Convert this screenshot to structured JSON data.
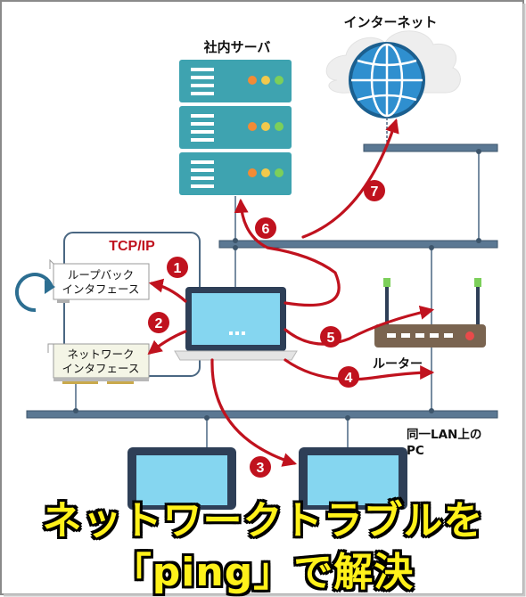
{
  "labels": {
    "internal_server": "社内サーバ",
    "internet": "インターネット",
    "tcpip": "TCP/IP",
    "loopback_line1": "ループバック",
    "loopback_line2": "インタフェース",
    "network_if_line1": "ネットワーク",
    "network_if_line2": "インタフェース",
    "router": "ルーター",
    "lan_pc_line1": "同一LAN上の",
    "lan_pc_line2": "PC"
  },
  "steps": [
    "1",
    "2",
    "3",
    "4",
    "5",
    "6",
    "7"
  ],
  "caption": {
    "line1": "ネットワークトラブルを",
    "line2": "「ping」で解決"
  },
  "colors": {
    "arrow": "#c0121e",
    "network_line": "#4a6782",
    "server": "#3ea3b0",
    "globe": "#2f8fcf",
    "laptop_screen": "#85d6f0",
    "router": "#7a6450",
    "caption_text": "#fff11a"
  }
}
